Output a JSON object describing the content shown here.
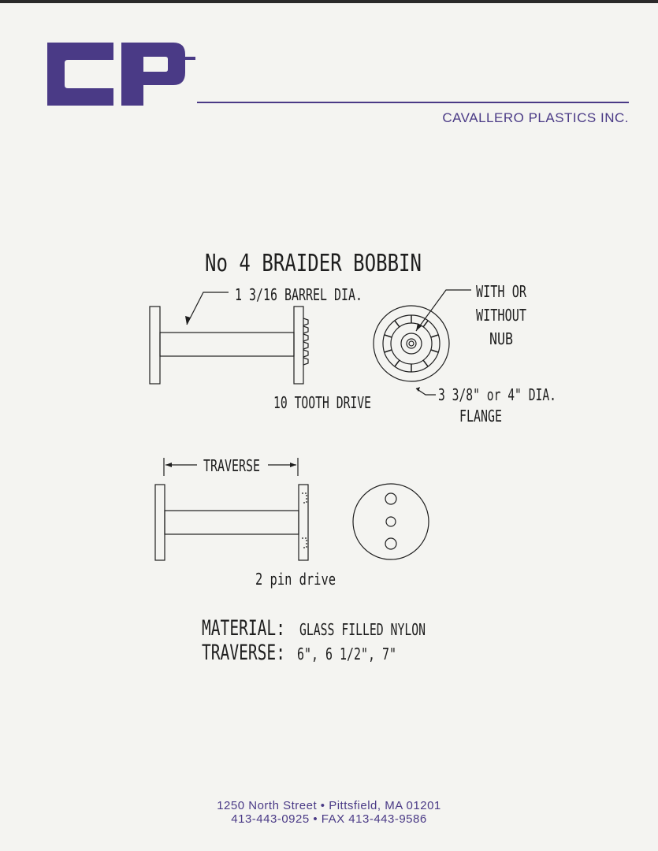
{
  "header": {
    "logo_text": "CP",
    "company_name": "CAVALLERO PLASTICS INC.",
    "brand_color": "#4a3a86"
  },
  "drawing": {
    "title": "No 4 BRAIDER BOBBIN",
    "barrel_label": "1 3/16 BARREL DIA.",
    "nub_label_1": "WITH OR",
    "nub_label_2": "WITHOUT",
    "nub_label_3": "NUB",
    "tooth_drive_label": "10 TOOTH DRIVE",
    "flange_label_1": "3 3/8\" or 4\" DIA.",
    "flange_label_2": "FLANGE",
    "traverse_label": "TRAVERSE",
    "pin_drive_label": "2 pin drive"
  },
  "specs": {
    "material_label": "MATERIAL:",
    "material_value": "GLASS FILLED NYLON",
    "traverse_label": "TRAVERSE:",
    "traverse_value": "6\", 6 1/2\", 7\""
  },
  "footer": {
    "address": "1250 North Street • Pittsfield, MA 01201",
    "phones": "413-443-0925 • FAX 413-443-9586"
  }
}
